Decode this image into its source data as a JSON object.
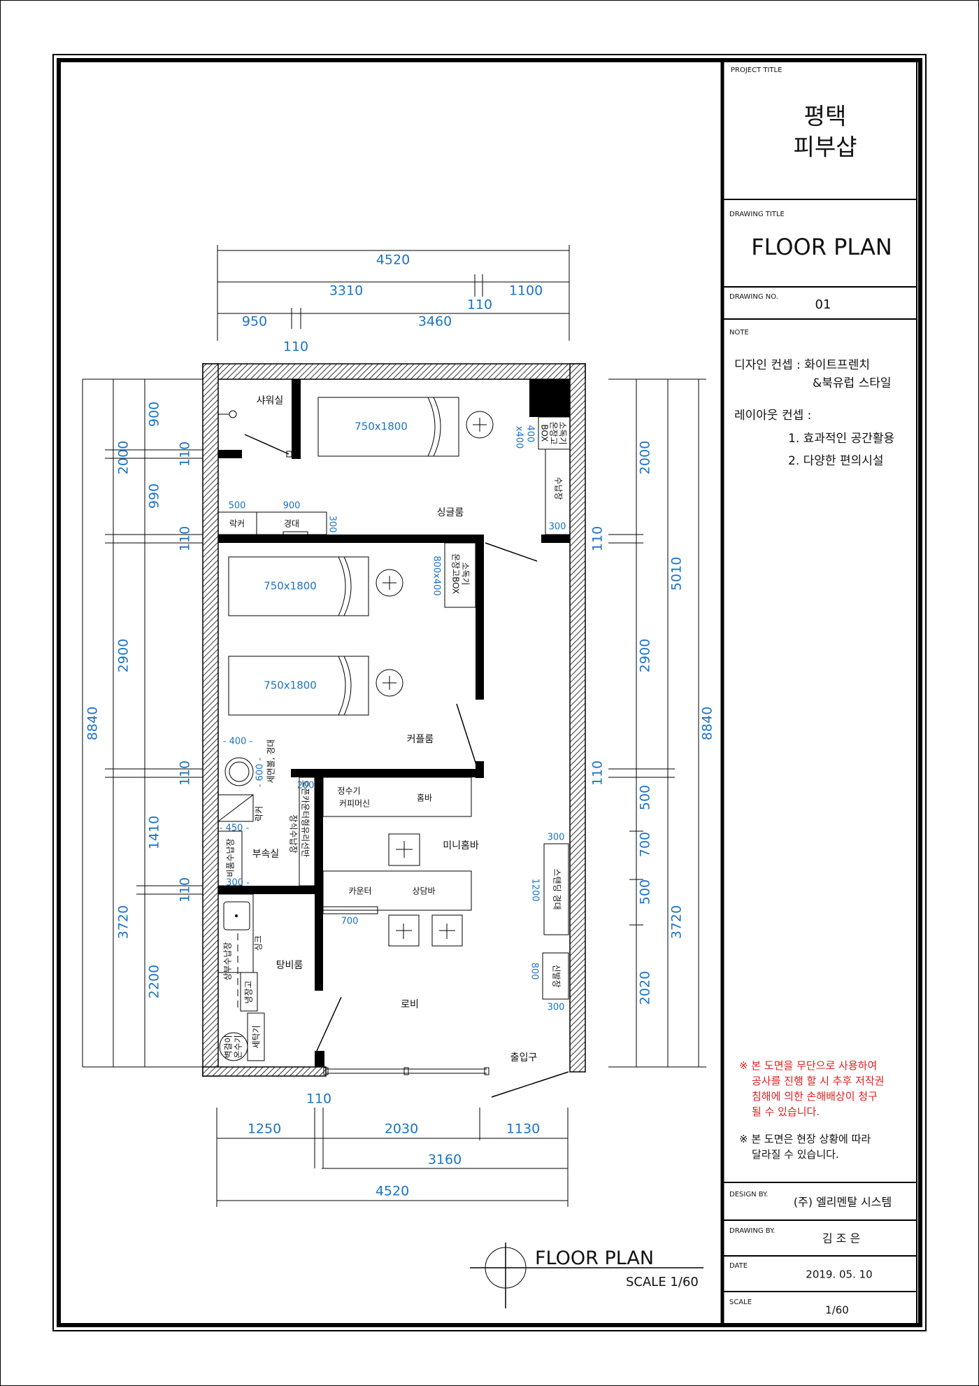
{
  "title_block": {
    "project_title_label": "PROJECT TITLE",
    "project_title_line1": "평택",
    "project_title_line2": "피부샵",
    "drawing_title_label": "DRAWING TITLE",
    "drawing_title": "FLOOR PLAN",
    "drawing_no_label": "DRAWING NO.",
    "drawing_no": "01",
    "note_label": "NOTE",
    "note_design_concept_1": "디자인 컨셉 : 화이트프렌치",
    "note_design_concept_2": "&북유럽 스타일",
    "note_layout_concept": "레이아웃 컨셉 :",
    "note_layout_1": "1. 효과적인 공간활용",
    "note_layout_2": "2. 다양한 편의시설",
    "warning_1": "※ 본 도면을 무단으로 사용하여",
    "warning_2": "공사를 진행 할 시 추후 저작권",
    "warning_3": "침해에 의한 손해배상이 청구",
    "warning_4": "될 수 있습니다.",
    "note2_1": "※ 본 도면은 현장 상황에 따라",
    "note2_2": "달라질 수 있습니다.",
    "design_by_label": "DESIGN BY.",
    "design_by": "(주) 엘리멘탈 시스템",
    "drawing_by_label": "DRAWING BY.",
    "drawing_by": "김 조 은",
    "date_label": "DATE",
    "date": "2019. 05. 10",
    "scale_label": "SCALE",
    "scale": "1/60"
  },
  "plan_caption": {
    "title": "FLOOR PLAN",
    "scale": "SCALE 1/60"
  },
  "dimensions": {
    "top_total": "4520",
    "top_a": "3310",
    "top_b": "1100",
    "top_wall1": "110",
    "top_c": "950",
    "top_d": "3460",
    "top_wall2": "110",
    "bottom_wall": "110",
    "bottom_a": "1250",
    "bottom_b": "2030",
    "bottom_c": "1130",
    "bottom_d": "3160",
    "bottom_total": "4520",
    "left_total": "8840",
    "left_a": "2000",
    "left_b": "2900",
    "left_c": "3720",
    "left_a1": "900",
    "left_a2": "990",
    "left_c1": "1410",
    "left_c2": "2200",
    "left_w1": "110",
    "left_w2": "110",
    "left_w3": "110",
    "left_w4": "110",
    "right_total": "8840",
    "right_a": "5010",
    "right_b": "3720",
    "right_a1": "2000",
    "right_a2": "2900",
    "right_b1": "500",
    "right_b2": "700",
    "right_b3": "500",
    "right_b4": "2020",
    "right_w1": "110",
    "right_w2": "110"
  },
  "rooms": {
    "shower": "샤워실",
    "single": "싱글룸",
    "couple": "커플룸",
    "mini_bar": "미니홈바",
    "annex": "부속실",
    "pantry": "탕비룸",
    "lobby": "로비",
    "entrance": "출입구"
  },
  "furniture": {
    "bed1": "750x1800",
    "bed2": "750x1800",
    "bed3": "750x1800",
    "locker": "락커",
    "mirror": "경대",
    "sterilizer_1": "소독기",
    "sterilizer_2": "온장고",
    "sterilizer_3": "BOX",
    "storage": "수납장",
    "sterilizer2_1": "소독기",
    "sterilizer2_2": "온장고BOX",
    "water_purifier": "정수기",
    "coffee_machine": "커피머신",
    "home_bar": "홈바",
    "counter": "카운터",
    "consult_bar": "상담바",
    "basin": "세면볼, 경대",
    "locker2": "락커",
    "cabinet_1": "오픈카운터형유리선반",
    "cabinet_2": "장식수납장",
    "emergency_storage": "비품수납장",
    "sink": "싱크",
    "upper_storage": "상부수납장",
    "fridge": "냉장고",
    "wall_water": "벽걸이",
    "wall_water2": "온수기",
    "washer": "세탁기",
    "standing_mirror": "스탠딩 경대",
    "shoe_cabinet": "신발장"
  },
  "small_dims": {
    "d500": "500",
    "d900": "900",
    "d300a": "300",
    "d400x400": "400",
    "d400x400b": "x400",
    "d300b": "300",
    "d800x400": "800x400",
    "d400": "- 400 -",
    "d600": "- 600 -",
    "d200": "200",
    "d450": "- 450 -",
    "d300c": "300 -",
    "d700": "700",
    "d300d": "300",
    "d1200": "1200",
    "d800": "800",
    "d300e": "300"
  }
}
